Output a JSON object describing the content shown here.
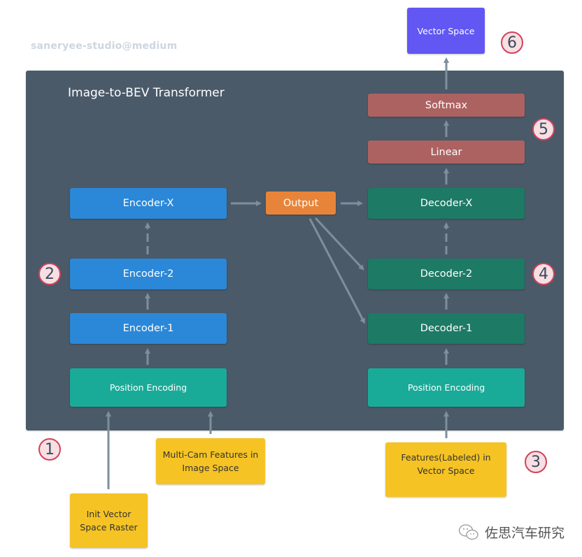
{
  "watermark": "saneryee-studio@medium",
  "panel": {
    "title": "Image-to-BEV Transformer"
  },
  "encoder": {
    "x": "Encoder-X",
    "e2": "Encoder-2",
    "e1": "Encoder-1",
    "pos": "Position Encoding"
  },
  "output": "Output",
  "decoder": {
    "x": "Decoder-X",
    "d2": "Decoder-2",
    "d1": "Decoder-1",
    "pos": "Position Encoding"
  },
  "head": {
    "linear": "Linear",
    "softmax": "Softmax"
  },
  "vector_space": "Vector Space",
  "inputs": {
    "init_raster": [
      "Init Vector",
      "Space Raster"
    ],
    "multicam": [
      "Multi-Cam Features in",
      "Image Space"
    ],
    "labeled": [
      "Features(Labeled) in",
      "Vector Space"
    ]
  },
  "badges": [
    "1",
    "2",
    "3",
    "4",
    "5",
    "6"
  ],
  "footer": {
    "brand": "佐思汽车研究",
    "icon": "wechat-icon"
  },
  "colors": {
    "panel": "#4a5a69",
    "encoder": "#2b88d8",
    "decoder": "#1d7a65",
    "position_encoding": "#1aab98",
    "output": "#e8843a",
    "head": "#ad6262",
    "vector_space": "#6257f2",
    "input": "#f5c324",
    "badge_border": "#d1425a",
    "arrow": "#7e8f9c"
  }
}
